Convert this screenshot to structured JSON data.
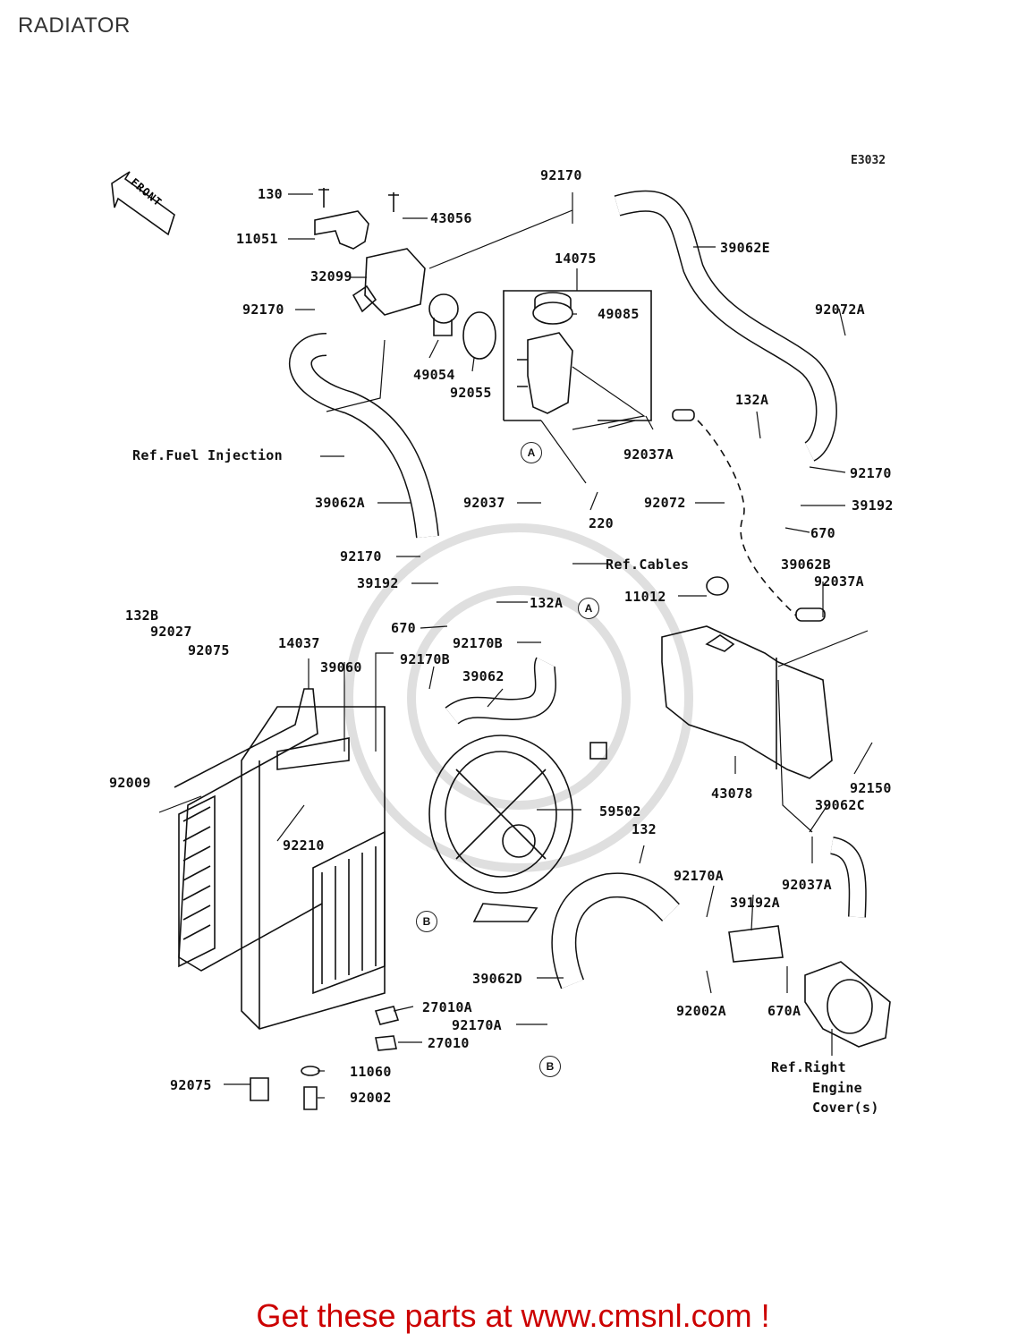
{
  "page": {
    "title": "RADIATOR",
    "code": "E3032",
    "front_label": "FRONT"
  },
  "labels": {
    "p130": "130",
    "p11051": "11051",
    "p43056": "43056",
    "p32099": "32099",
    "p92170a": "92170",
    "p92170top": "92170",
    "p39062E": "39062E",
    "p14075": "14075",
    "p49085": "49085",
    "p92072A": "92072A",
    "p49054": "49054",
    "p92055": "92055",
    "p132A_top": "132A",
    "p92037A_top": "92037A",
    "p92170right": "92170",
    "pRefFuel": "Ref.Fuel Injection",
    "p39062A": "39062A",
    "p92037": "92037",
    "p220": "220",
    "p92072": "92072",
    "p39192_right": "39192",
    "p670_right": "670",
    "p92170mid": "92170",
    "pRefCables": "Ref.Cables",
    "p39192_mid": "39192",
    "p132A_mid": "132A",
    "p39062B": "39062B",
    "p92037A_mid": "92037A",
    "p11012": "11012",
    "p670_mid": "670",
    "p92170B_mid": "92170B",
    "p132B": "132B",
    "p92027": "92027",
    "p92075_top": "92075",
    "p14037": "14037",
    "p39060": "39060",
    "p92170B_left": "92170B",
    "p39062": "39062",
    "p92150": "92150",
    "p43078": "43078",
    "p92009": "92009",
    "p59502": "59502",
    "p39062C": "39062C",
    "p132": "132",
    "p92210": "92210",
    "p92037A_low": "92037A",
    "p92170A_right": "92170A",
    "p39192A": "39192A",
    "p39062D": "39062D",
    "p92002A": "92002A",
    "p670A": "670A",
    "p27010A": "27010A",
    "p92170A_low": "92170A",
    "p27010": "27010",
    "pRefRight": "Ref.Right",
    "pEngine": "Engine",
    "pCover": "Cover(s)",
    "p11060": "11060",
    "p92075_low": "92075",
    "p92002": "92002"
  },
  "markers": {
    "a1": "A",
    "a2": "A",
    "b1": "B",
    "b2": "B"
  },
  "footer": "Get these parts at www.cmsnl.com !",
  "colors": {
    "line": "#111111",
    "footer": "#cc0000",
    "watermark": "#d8d8d8"
  }
}
